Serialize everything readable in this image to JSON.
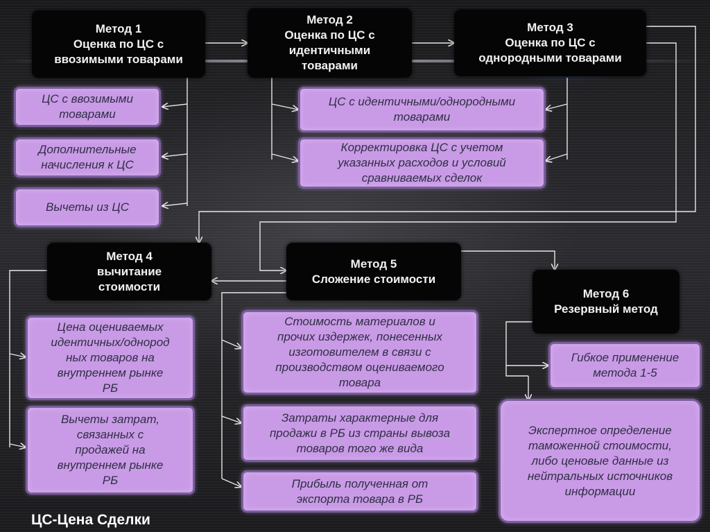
{
  "methods": {
    "m1": "Метод 1\nОценка по ЦС с\nввозимыми товарами",
    "m2": "Метод 2\nОценка по ЦС с\nидентичными\nтоварами",
    "m3": "Метод 3\nОценка по ЦС с\nоднородными товарами",
    "m4": "Метод 4\nвычитание\nстоимости",
    "m5": "Метод 5\nСложение стоимости",
    "m6": "Метод 6\nРезервный метод"
  },
  "details": {
    "m1": [
      "ЦС с ввозимыми\nтоварами",
      "Дополнительные\nначисления к ЦС",
      "Вычеты из ЦС"
    ],
    "m23": [
      "ЦС с  идентичными/однородными\nтоварами",
      "Корректировка ЦС с учетом\nуказанных расходов и условий\nсравниваемых сделок"
    ],
    "m4": [
      "Цена оцениваемых\nидентичных/однород\nных товаров на\nвнутреннем рынке\nРБ",
      "Вычеты затрат,\nсвязанных с\nпродажей на\nвнутреннем рынке\nРБ"
    ],
    "m5": [
      "Стоимость материалов и\nпрочих издержек, понесенных\nизготовителем в связи с\nпроизводством оцениваемого\nтовара",
      "Затраты характерные для\nпродажи в РБ из страны вывоза\nтоваров того же вида",
      "Прибыль полученная от\nэкспорта товара в РБ"
    ],
    "m6": [
      "Гибкое применение\nметода 1-5",
      "Экспертное определение\nтаможенной стоимости,\nлибо ценовые данные из\nнейтральных источников\nинформации"
    ]
  },
  "footnote": "ЦС-Цена Сделки",
  "colors": {
    "method_box": "#050505",
    "detail_box": "#c99ae6",
    "detail_border": "#7b5da0",
    "connector": "#e8e8e8"
  }
}
